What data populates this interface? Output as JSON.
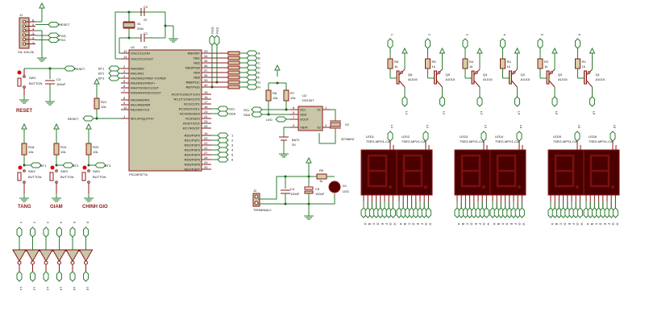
{
  "schematic": {
    "title": "PIC16F877A clock schematic",
    "programmer_header": {
      "ref": "J1",
      "part": "SIL-100-06",
      "pins": [
        "6",
        "5",
        "4",
        "3",
        "2",
        "1"
      ],
      "nets": [
        "RESET",
        "PGD",
        "PGC"
      ]
    },
    "reset_circuit": {
      "switch_ref": "SW1",
      "switch_part": "BUTTON",
      "cap_ref": "C3",
      "cap_value": "100nF",
      "net": "RESET",
      "caption": "RESET"
    },
    "pullup_reset": {
      "ref": "R21",
      "value": "10k",
      "net": "RESET"
    },
    "crystal": {
      "ref": "X1",
      "value": "20M",
      "c1_ref": "C1",
      "c1_value": "22",
      "c2_ref": "C2",
      "c2_value": "22"
    },
    "mcu": {
      "ref": "U1",
      "part": "PIC16F877A",
      "left_pins": [
        {
          "num": "13",
          "name": "OSC1/CLKIN"
        },
        {
          "num": "14",
          "name": "OSC2/CLKOUT"
        },
        {
          "num": "2",
          "name": "RA0/AN0"
        },
        {
          "num": "3",
          "name": "RA1/AN1"
        },
        {
          "num": "4",
          "name": "RA2/AN2/VREF-/CVREF"
        },
        {
          "num": "5",
          "name": "RA3/AN3/VREF+"
        },
        {
          "num": "6",
          "name": "RA4/T0CKI/C1OUT"
        },
        {
          "num": "7",
          "name": "RA5/AN4/SS/C2OUT"
        },
        {
          "num": "8",
          "name": "RE0/AN5/RD"
        },
        {
          "num": "9",
          "name": "RE1/AN6/WR"
        },
        {
          "num": "10",
          "name": "RE2/AN7/CS"
        },
        {
          "num": "1",
          "name": "MCLR/Vpp/THV"
        }
      ],
      "right_pins": [
        {
          "num": "33",
          "name": "RB0/INT"
        },
        {
          "num": "34",
          "name": "RB1"
        },
        {
          "num": "35",
          "name": "RB2"
        },
        {
          "num": "36",
          "name": "RB3/PGM"
        },
        {
          "num": "37",
          "name": "RB4"
        },
        {
          "num": "38",
          "name": "RB5"
        },
        {
          "num": "39",
          "name": "RB6/PGC"
        },
        {
          "num": "40",
          "name": "RB7/PGD"
        },
        {
          "num": "15",
          "name": "RC0/T1OSO/T1CKI"
        },
        {
          "num": "16",
          "name": "RC1/T1OSI/CCP2"
        },
        {
          "num": "17",
          "name": "RC2/CCP1"
        },
        {
          "num": "18",
          "name": "RC3/SCK/SCL"
        },
        {
          "num": "23",
          "name": "RC4/SDI/SDA"
        },
        {
          "num": "24",
          "name": "RC5/SDO"
        },
        {
          "num": "25",
          "name": "RC6/TX/CK"
        },
        {
          "num": "26",
          "name": "RC7/RX/DT"
        },
        {
          "num": "19",
          "name": "RD0/PSP0"
        },
        {
          "num": "20",
          "name": "RD1/PSP1"
        },
        {
          "num": "21",
          "name": "RD2/PSP2"
        },
        {
          "num": "22",
          "name": "RD3/PSP3"
        },
        {
          "num": "27",
          "name": "RD4/PSP4"
        },
        {
          "num": "28",
          "name": "RD5/PSP5"
        },
        {
          "num": "29",
          "name": "RD6/PSP6"
        },
        {
          "num": "30",
          "name": "RD7/PSP7"
        }
      ],
      "button_nets": [
        "BT1",
        "BT2",
        "BT3"
      ],
      "reset_net": "RESET",
      "i2c_nets": [
        "SCL",
        "SDA"
      ],
      "digit_nets": [
        "1",
        "2",
        "3",
        "4",
        "5",
        "6"
      ],
      "prog_nets": [
        "PGD",
        "PGC"
      ],
      "segment_nets": [
        "A",
        "B",
        "C",
        "D",
        "E",
        "F",
        "G",
        "H"
      ]
    },
    "rtc": {
      "ref": "U2",
      "part": "DS1307",
      "pins": [
        {
          "num": "6",
          "name": "SCL"
        },
        {
          "num": "5",
          "name": "SDA"
        },
        {
          "num": "7",
          "name": "SOUT"
        },
        {
          "num": "3",
          "name": "VBAT"
        }
      ],
      "right_pins": [
        {
          "num": "1",
          "name": "X1"
        },
        {
          "num": "2",
          "name": "X2"
        }
      ],
      "pullups": [
        {
          "ref": "R8",
          "value": "10k"
        },
        {
          "ref": "R7",
          "value": "10k"
        }
      ],
      "crystal": {
        "ref": "X2",
        "value": "32768HZ"
      },
      "battery": {
        "ref": "BAT1",
        "value": "3V"
      },
      "nets": [
        "SCL",
        "SDA",
        "LED"
      ]
    },
    "power": {
      "connector": {
        "ref": "J2",
        "part": "TERMINAL2"
      },
      "c4": {
        "ref": "C4",
        "value": "100nF"
      },
      "c5": {
        "ref": "C5",
        "value": "100uF"
      },
      "r9": {
        "ref": "R9",
        "value": "1k"
      },
      "led": {
        "ref": "D1",
        "part": "LED"
      }
    },
    "buttons": [
      {
        "res_ref": "R18",
        "res_value": "10k",
        "sw_ref": "SW2",
        "sw_part": "BUTTON",
        "net": "BT1",
        "caption": "TANG"
      },
      {
        "res_ref": "R19",
        "res_value": "10k",
        "sw_ref": "SW3",
        "sw_part": "BUTTON",
        "net": "BT2",
        "caption": "GIAM"
      },
      {
        "res_ref": "R20",
        "res_value": "10k",
        "sw_ref": "SW4",
        "sw_part": "BUTTON",
        "net": "BT3",
        "caption": "CHINH GIO"
      }
    ],
    "inverters": {
      "inputs": [
        "1",
        "2",
        "3",
        "4",
        "5",
        "6"
      ],
      "outputs": [
        "L1",
        "L2",
        "L3",
        "L4",
        "L5",
        "L6"
      ]
    },
    "drivers": [
      {
        "res_ref": "R6",
        "res_value": "1k",
        "q_ref": "Q6",
        "q_part": "A1015",
        "in": "1",
        "out": "L1"
      },
      {
        "res_ref": "R5",
        "res_value": "1k",
        "q_ref": "Q5",
        "q_part": "A1015",
        "in": "2",
        "out": "L2"
      },
      {
        "res_ref": "R4",
        "res_value": "1k",
        "q_ref": "Q4",
        "q_part": "A1015",
        "in": "3",
        "out": "L3"
      },
      {
        "res_ref": "R3",
        "res_value": "1k",
        "q_ref": "Q3",
        "q_part": "A1015",
        "in": "4",
        "out": "L4"
      },
      {
        "res_ref": "R2",
        "res_value": "1k",
        "q_ref": "Q2",
        "q_part": "A1015",
        "in": "5",
        "out": "L5"
      },
      {
        "res_ref": "R1",
        "res_value": "1k",
        "q_ref": "Q1",
        "q_part": "A1015",
        "in": "6",
        "out": "L6"
      }
    ],
    "displays": [
      {
        "ref": "LED1",
        "part": "7SEG-MPX1-CA",
        "net": "L1"
      },
      {
        "ref": "LED2",
        "part": "7SEG-MPX1-CA",
        "net": "L2"
      },
      {
        "ref": "LED3",
        "part": "7SEG-MPX1-CA",
        "net": "L3"
      },
      {
        "ref": "LED4",
        "part": "7SEG-MPX1-CA",
        "net": "L4"
      },
      {
        "ref": "LED5",
        "part": "7SEG-MPX1-CA",
        "net": "L5"
      },
      {
        "ref": "LED6",
        "part": "7SEG-MPX1-CA",
        "net": "L6"
      }
    ],
    "segment_labels": [
      "A",
      "B",
      "C",
      "D",
      "E",
      "F",
      "G",
      "H"
    ],
    "colors": {
      "wire": "#2e7d32",
      "pin": "#8b1a1a",
      "body": "#c9c6a8",
      "display": "#4a0000",
      "caption": "#8b1a1a"
    }
  }
}
